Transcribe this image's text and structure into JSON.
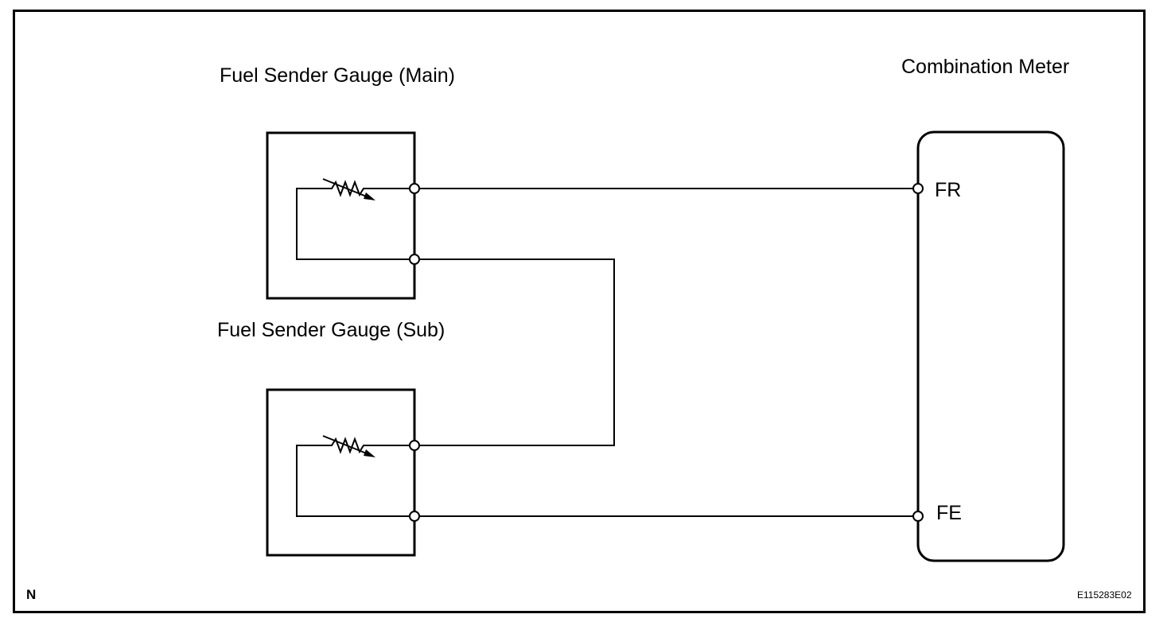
{
  "components": {
    "main_sender": {
      "label": "Fuel Sender Gauge (Main)"
    },
    "sub_sender": {
      "label": "Fuel Sender Gauge (Sub)"
    },
    "meter": {
      "label": "Combination Meter",
      "pins": {
        "fr": "FR",
        "fe": "FE"
      }
    }
  },
  "footer": {
    "left_mark": "N",
    "figure_code": "E115283E02"
  },
  "colors": {
    "line": "#000000",
    "background": "#ffffff"
  }
}
